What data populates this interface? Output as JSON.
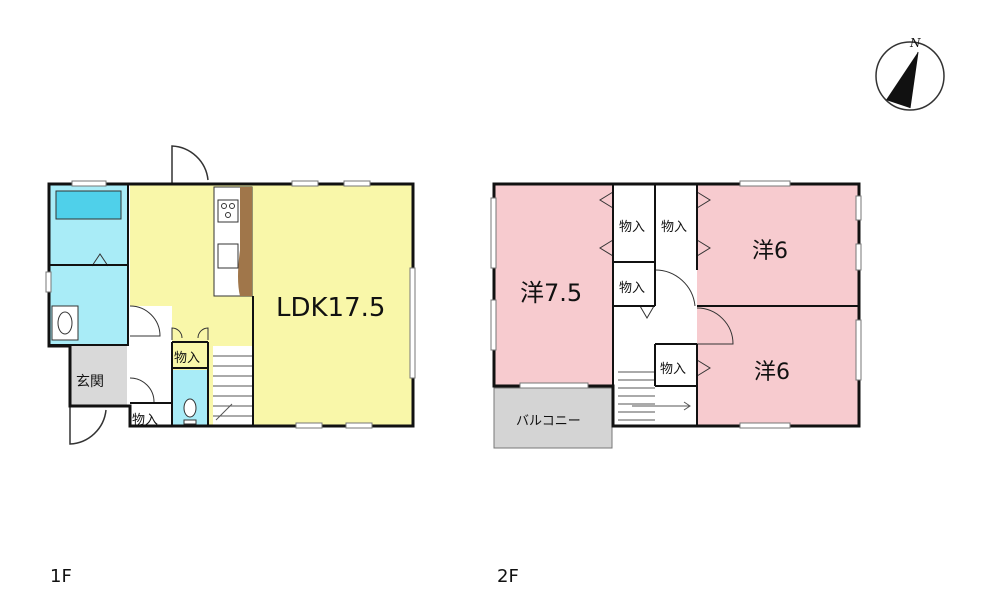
{
  "compass": {
    "north_label": "N"
  },
  "floor1": {
    "label": "1F",
    "rooms": {
      "ldk": "LDK17.5",
      "entrance": "玄関",
      "storage_stair": "物入",
      "storage_entry": "物入"
    }
  },
  "floor2": {
    "label": "2F",
    "rooms": {
      "west_room": "洋7.5",
      "ne_room": "洋6",
      "se_room": "洋6",
      "balcony": "バルコニー",
      "closet_a": "物入",
      "closet_b": "物入",
      "closet_c": "物入",
      "closet_d": "物入"
    }
  },
  "colors": {
    "ldk": "#f9f7a9",
    "wet_area": "#a9ecf7",
    "entrance": "#d9d9d9",
    "bedroom": "#f7cbcf",
    "balcony": "#d4d4d4",
    "wall": "#111111",
    "kitchen_counter": "#a0764a"
  }
}
